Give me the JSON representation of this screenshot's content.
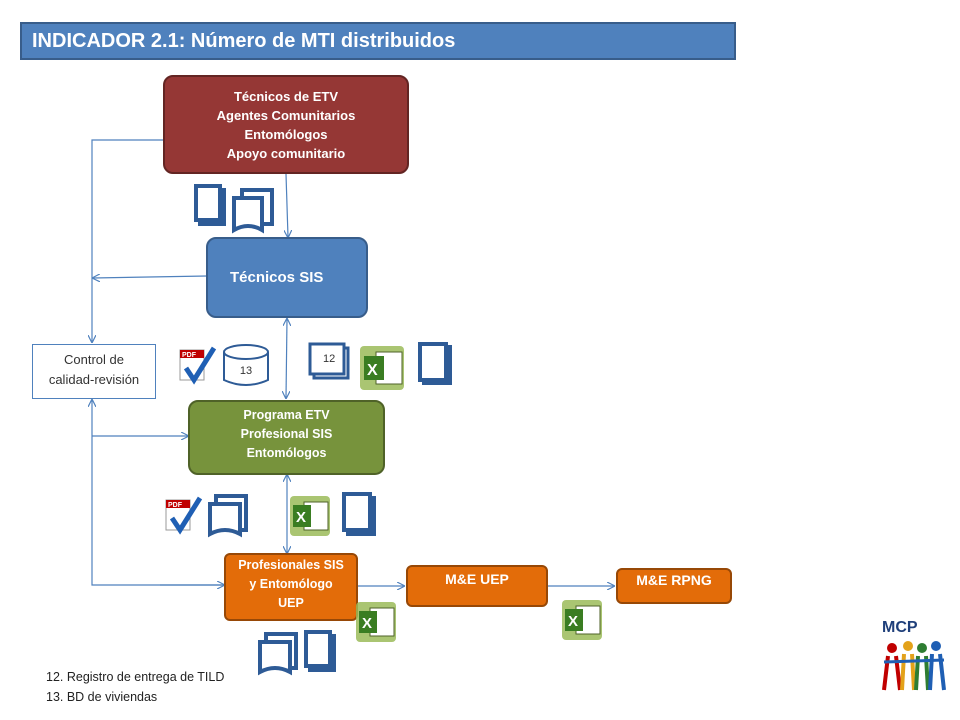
{
  "title": "INDICADOR 2.1: Número de MTI distribuidos",
  "nodes": {
    "tecnicos_etv": [
      "Técnicos de ETV",
      "Agentes Comunitarios",
      "Entomólogos",
      "Apoyo comunitario"
    ],
    "tecnicos_sis": "Técnicos SIS",
    "control_calidad": [
      "Control de",
      "calidad-revisión"
    ],
    "programa_etv": [
      "Programa ETV",
      "Profesional SIS",
      "Entomólogos"
    ],
    "profesionales_sis": [
      "Profesionales SIS",
      "y Entomólogo",
      "UEP"
    ],
    "me_uep": "M&E UEP",
    "me_rpng": "M&E RPNG"
  },
  "doc_labels": {
    "database": "13",
    "register": "12"
  },
  "legend": [
    "12. Registro de entrega de TILD",
    "13. BD de viviendas"
  ],
  "colors": {
    "title": "#4f81bd",
    "red": "#953735",
    "blue": "#4f81bd",
    "green": "#77933c",
    "orange": "#e36c09",
    "connector": "#4f81bd"
  },
  "icons": [
    "pdf-icon",
    "excel-icon",
    "database-icon",
    "document-icon",
    "multi-document-icon",
    "mcp-logo-icon"
  ]
}
